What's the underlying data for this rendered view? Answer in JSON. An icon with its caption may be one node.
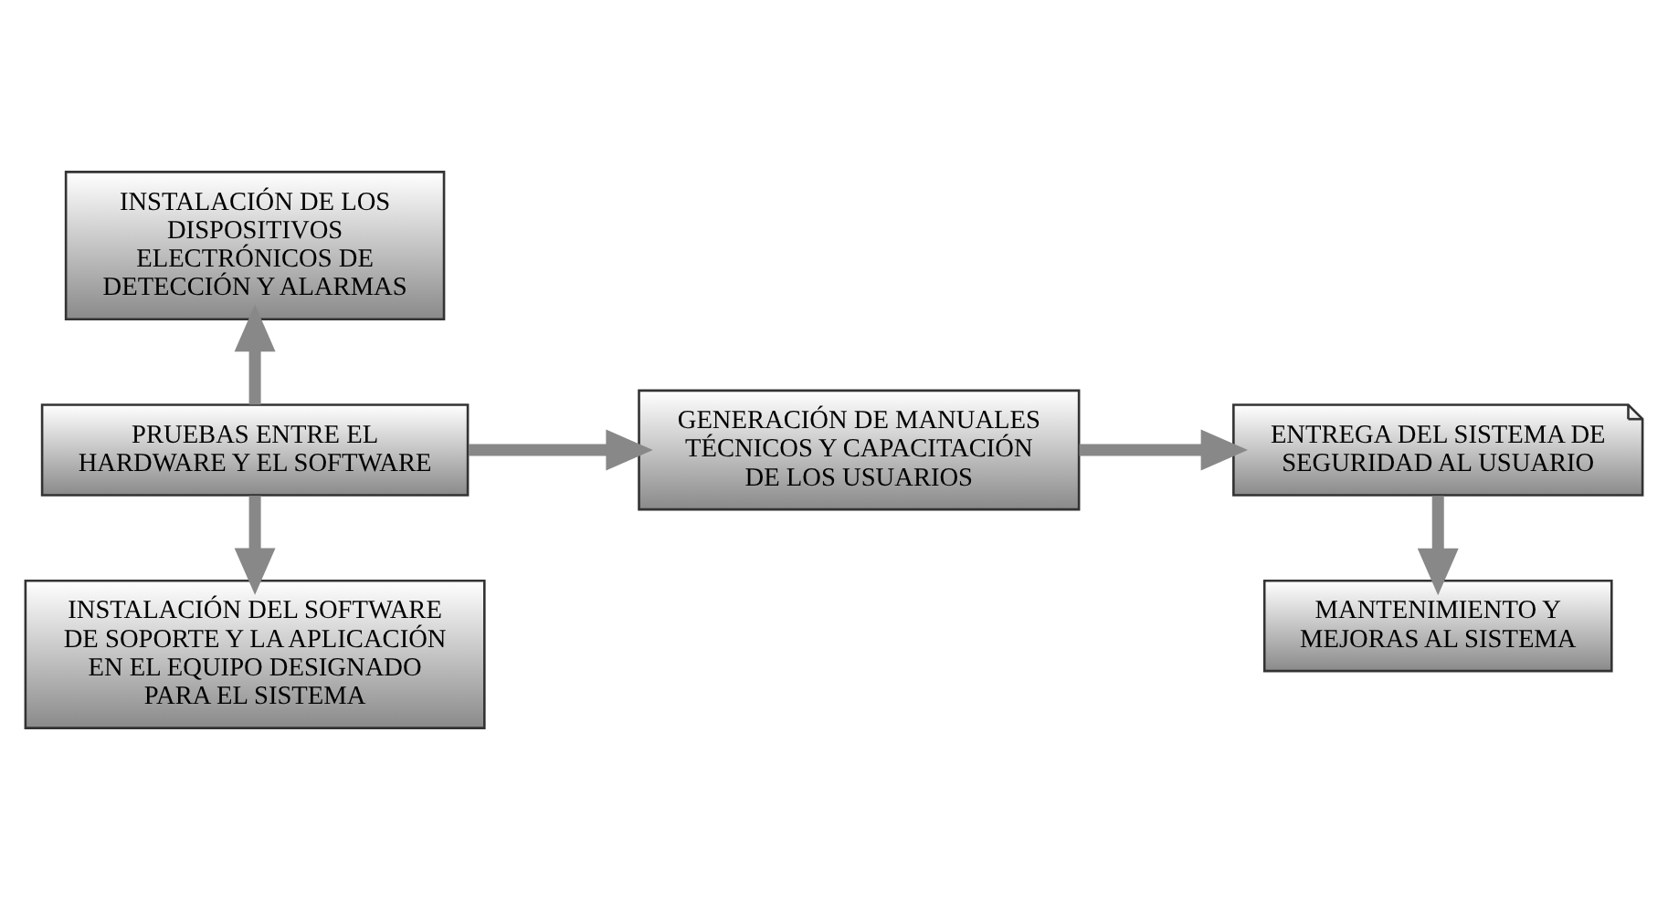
{
  "diagram": {
    "nodes": [
      {
        "text": [
          "INSTALACIÓN DE LOS DISPOSITIVOS ELECTRÓNICOS DE DETECCIÓN Y ALARMAS"
        ]
      },
      {
        "text": [
          "PRUEBAS ENTRE EL HARDWARE Y EL SOFTWARE"
        ]
      },
      {
        "text": [
          "INSTALACIÓN DEL SOFTWARE DE SOPORTE Y LA APLICACIÓN EN EL EQUIPO DESIGNADO PARA EL SISTEMA"
        ]
      },
      {
        "text": [
          "GENERACIÓN DE MANUALES TÉCNICOS Y CAPACITACIÓN DE LOS USUARIOS"
        ]
      },
      {
        "text": [
          "ENTREGA DEL SISTEMA DE SEGURIDAD AL USUARIO"
        ]
      },
      {
        "text": [
          "MANTENIMIENTO Y MEJORAS AL SISTEMA"
        ]
      }
    ],
    "edges": [
      {
        "from": 1,
        "to": 0,
        "arrow": "to"
      },
      {
        "from": 1,
        "to": 2,
        "arrow": "to"
      },
      {
        "from": 1,
        "to": 3,
        "arrow": "to"
      },
      {
        "from": 3,
        "to": 4,
        "arrow": "to"
      },
      {
        "from": 4,
        "to": 5,
        "arrow": "to"
      }
    ]
  }
}
